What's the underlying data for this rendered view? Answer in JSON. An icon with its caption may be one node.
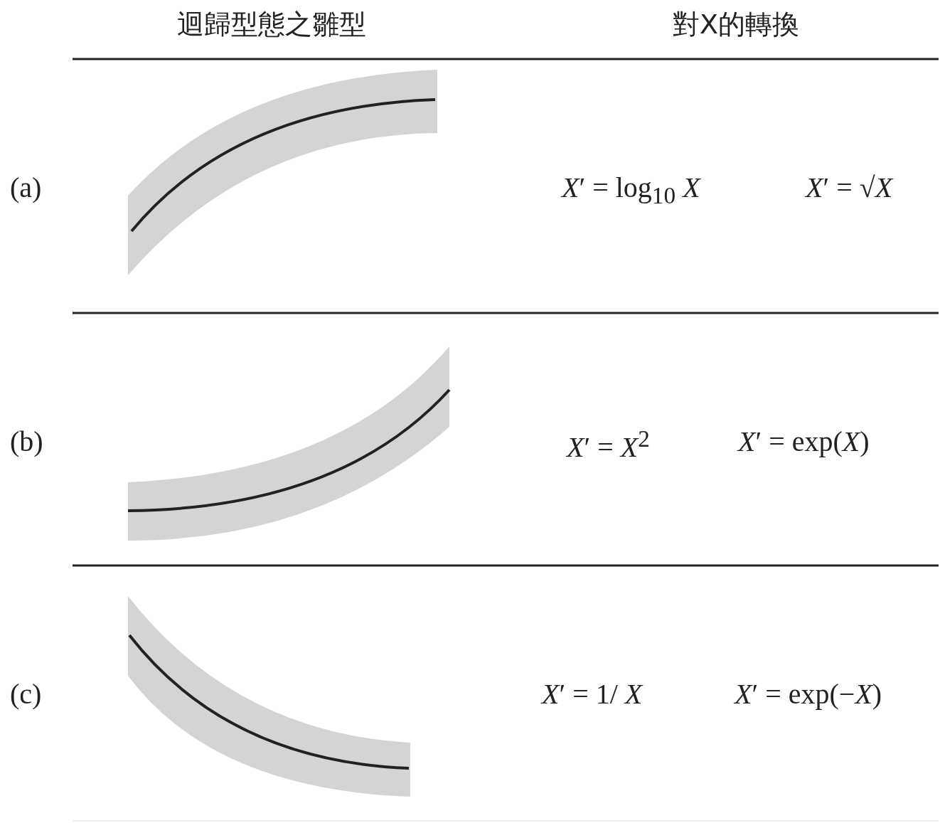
{
  "diagram": {
    "labels": [
      "迴歸型態之雛型",
      "對X的轉換",
      "(a)",
      "*X*′ = log$_{10}$ *X*",
      "*X*′ = √*X*",
      "(b)",
      "*X*′ = *X*$^{2}$",
      "*X*′ = exp(*X*)",
      "(c)",
      "*X*′ = 1/ *X*",
      "*X*′ = exp(−*X*)"
    ]
  }
}
